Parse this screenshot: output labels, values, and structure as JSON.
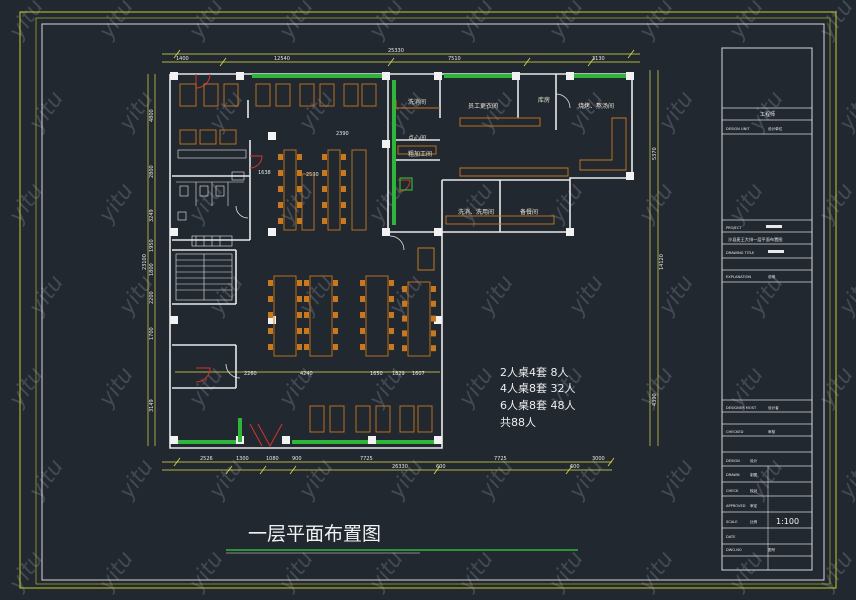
{
  "colors": {
    "background": "#212830",
    "frame": "#d8d8d8",
    "border_yellow": "#c8cc2a",
    "wall": "#e8e8e8",
    "green_partition": "#2fb53a",
    "furniture": "#c8781f",
    "dimension": "#e2e04a",
    "room_label": "#ece6d8",
    "accent_red": "#d8322a",
    "watermark": "#9aa3ad"
  },
  "watermark_text": "yitu",
  "drawing_title": "一层平面布置图",
  "dimensions": {
    "top_overall": "25330",
    "top_segments": [
      "1400",
      "12540",
      "7510",
      "3130"
    ],
    "bottom_overall": "26330",
    "bottom_segments": [
      "2526",
      "1300",
      "1080",
      "900",
      "7725",
      "600",
      "7725",
      "600",
      "3000"
    ],
    "row_interior": [
      "2260",
      "4240",
      "1650",
      "1829",
      "1607"
    ],
    "left_segments": [
      "4800",
      "2800",
      "3249",
      "1950",
      "1800",
      "2200",
      "1700",
      "3149"
    ],
    "left_overall": "23100",
    "right_segments": [
      "5370",
      "4390"
    ],
    "right_overall": "14120",
    "inner_misc": [
      "2390",
      "1638",
      "2530"
    ]
  },
  "rooms": {
    "washroom": "洗消间",
    "staff_changing": "员工更衣间",
    "storage": "库房",
    "pastry": "点心间",
    "kitchen_hot": "粗加工间",
    "wash_supply": "洗消、洗用间",
    "scullery": "备餐间",
    "baking_noodle": "烧烤、熬汤间"
  },
  "seating": {
    "lines": [
      "2人桌4套    8人",
      "4人桌8套    32人",
      "6人桌8套    48人",
      "共88人"
    ]
  },
  "title_block": {
    "company_label": "工程师",
    "design_unit_label": "DESIGN UNIT",
    "design_unit_value": "设计单位",
    "project_label": "PROJECT",
    "drawing_name_cn": "沙县麦王大排一层平面布置图",
    "drawing_title_label": "DRAWING TITLE",
    "explanation_label": "EXPLANATION",
    "explanation_value": "说明",
    "designer_label": "DESIGNER MOST",
    "designer_value": "设计者",
    "checked_label": "CHECKED",
    "checked_value": "审核",
    "design_label": "DESIGN",
    "design_value": "设计",
    "drawn_label": "DRAWN",
    "drawn_value": "制图",
    "check_label": "CHECK",
    "check_value": "校对",
    "approved_label": "APPROVED",
    "approved_value": "审定",
    "scale_label": "SCALE",
    "scale_value": "比例",
    "scale_ratio": "1:100",
    "date_label": "DATE",
    "dwg_no_label": "DWG.NO",
    "dwg_no_value": "图号"
  }
}
